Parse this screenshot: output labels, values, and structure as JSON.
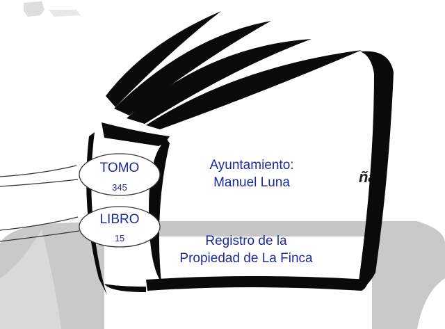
{
  "book": {
    "spine_labels": [
      {
        "title": "TOMO",
        "value": "345"
      },
      {
        "title": "LIBRO",
        "value": "15"
      }
    ],
    "page_text": {
      "line_1": "Ayuntamiento:",
      "line_2": "Manuel Luna",
      "line_3": "Registro de la",
      "line_4": "Propiedad de La Finca"
    }
  },
  "background": {
    "partial_text": "ña",
    "colors": {
      "arc": "#c6c6c6",
      "smudge": "#e0e0e0"
    }
  },
  "colors": {
    "text": "#1e2a9e",
    "ink": "#0a0a0a",
    "outline": "#333333",
    "paper": "#ffffff"
  }
}
